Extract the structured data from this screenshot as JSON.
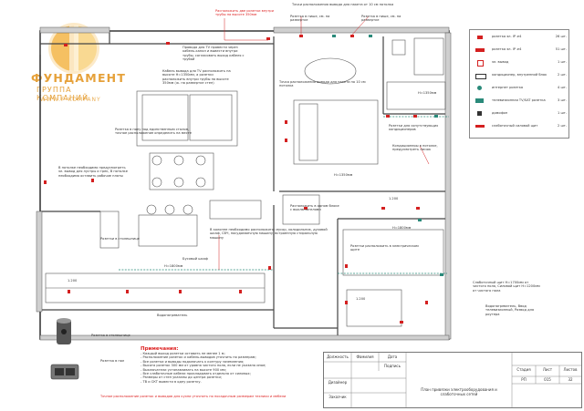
{
  "logo": {
    "brand": "ФУНДАМЕНТ",
    "subtitle": "ГРУППА КОМПАНИЙ",
    "site": "WWW.F-KOMPANY"
  },
  "annotations": [
    "Расположить две розетки внутри трубы на высоте 350мм",
    "Точки расположения вывода для пакета от 10 см потолка",
    "Розетка в нише, см. на развертке",
    "Розетка в нише, см. на развертке",
    "Провода для TV провести через кабель-канал и вывести внутри трубы, согласовать выход кабеля с трубой",
    "Кабель вывода для TV расположить на высоте H=1350мм, а розетки расположить внутри трубы на высоте 350мм (ж. на развертке стен)",
    "Точка расположения вывода для пакета по 10 см потолка",
    "Розетка в полу под единственным столом, точное расположение определить на месте",
    "В потолке необходимо предусмотреть эл. вывод для лустры и трек, В потолке необходимо оставить рабочие платы",
    "H=1350мм",
    "H=1350мм",
    "Розетки для сопутствующих кондиционеров",
    "Кондиционеры в потолке, предусмотреть лючок",
    "Расположить в одном блоке с выключателями",
    "Розетки расположить в электрическом щите",
    "В колонне необходимо расположить: мусор, холодильник, духовой шкаф, СВЧ, посудомоечную машину, встроенную стиральную машину",
    "Розетки в столешнице",
    "Бусовый шкаф",
    "Водонагреватель",
    "Слаботочный щит H=1700мм от чистого пола, Силовой щит H=1200мм от чистого пола",
    "Водонагреватель, Ввод телевизионный, Развод для роутера",
    "Розетка в столешнице",
    "Розетка в пол",
    "H=1800мм",
    "H=1800мм",
    "1.200",
    "1.200",
    "1.200"
  ],
  "notes": {
    "title": "Примечания:",
    "lines": [
      "- Каждый выход розетки оставить не менее 1 м;",
      "- Расположение розеток и кабель-выводов уточнить по размерам;",
      "- Все розетки и выводы подключать к контуру заземления;",
      "- Высота розеток 300 мм от уровня чистого пола, если не указано иное;",
      "- Выключатели устанавливать на высоте 900 мм;",
      "- Все слаботочные кабели прокладывать отдельно от силовых;",
      "- Размеры от стен указаны до центра розетки;",
      "- ТВ и СКТ вывести в одну розетку."
    ],
    "footer": "Точное расположение розеток и выводов для кухни уточнить по посадочным размерам техники и мебели"
  },
  "legend": [
    {
      "label": "розетка эл. IP ≥4",
      "qty": "26 шт."
    },
    {
      "label": "розетка эл. IP ≥4",
      "qty": "51 шт."
    },
    {
      "label": "эл. вывод",
      "qty": "1 шт."
    },
    {
      "label": "кондиционер, внутренний блок",
      "qty": "2 шт."
    },
    {
      "label": "интернет розетка",
      "qty": "4 шт."
    },
    {
      "label": "телевизионная TV/SAT розетка",
      "qty": "3 шт."
    },
    {
      "label": "домофон",
      "qty": "1 шт."
    },
    {
      "label": "слаботочный силовой щит",
      "qty": "2 шт."
    }
  ],
  "title_block": {
    "headers": [
      "Стадия",
      "Лист",
      "Листов"
    ],
    "values": [
      "РП",
      "015",
      "32"
    ],
    "rows": [
      "Должность",
      "Фамилия",
      "Дата",
      "Подпись",
      "Дизайнер",
      "Заказчик"
    ],
    "sheet_title": "План привязки электрооборудования и слаботочных сетей"
  },
  "colors": {
    "wall": "#444444",
    "outlet": "#d42020",
    "lowcurrent": "#2a8a7a",
    "logo": "#e6a13a",
    "furniture": "#555555"
  }
}
